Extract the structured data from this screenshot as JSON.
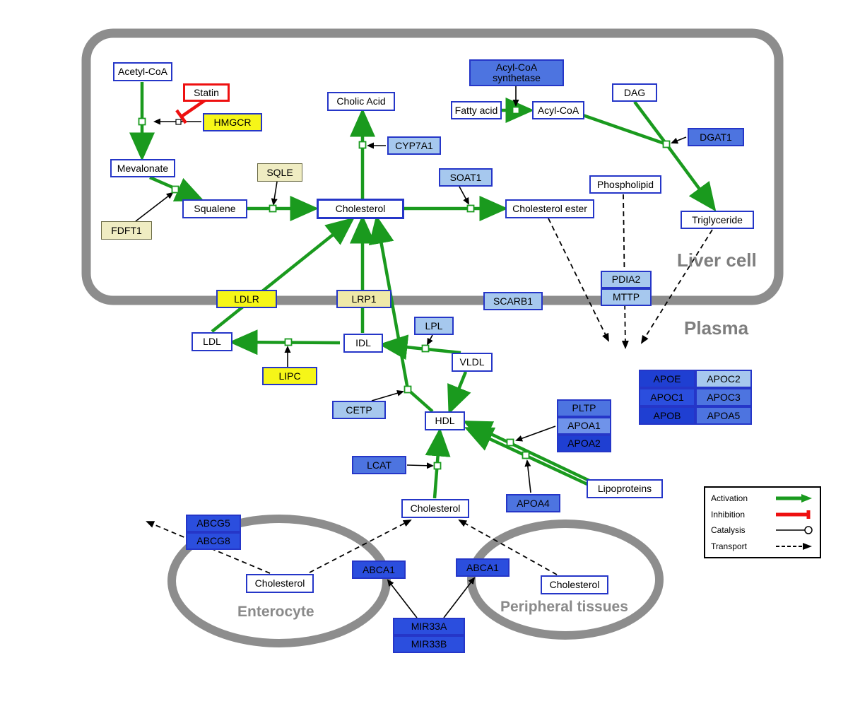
{
  "regions": {
    "liver_cell": "Liver cell",
    "plasma": "Plasma",
    "enterocyte": "Enterocyte",
    "peripheral_tissues": "Peripheral tissues"
  },
  "legend": {
    "activation": "Activation",
    "inhibition": "Inhibition",
    "catalysis": "Catalysis",
    "transport": "Transport"
  },
  "colors": {
    "activation_green": "#1a9a1e",
    "inhibition_red": "#ee1010",
    "metabolite_border_blue": "#2536c8",
    "gene_yellow": "#f6f618",
    "gene_pale_yellow": "#efecc2",
    "gene_light_blue": "#a6c8ee",
    "gene_medium_blue": "#4d74e0",
    "gene_dark_blue": "#2b4ede",
    "membrane_gray": "#8d8d8d"
  },
  "nodes": {
    "acetyl_coa": "Acetyl-CoA",
    "statin": "Statin",
    "hmgcr": "HMGCR",
    "mevalonate": "Mevalonate",
    "fdft1": "FDFT1",
    "squalene": "Squalene",
    "sqle": "SQLE",
    "cholesterol_liver": "Cholesterol",
    "cholic_acid": "Cholic Acid",
    "cyp7a1": "CYP7A1",
    "soat1": "SOAT1",
    "cholesterol_ester": "Cholesterol ester",
    "acyl_coa_synthetase": "Acyl-CoA synthetase",
    "fatty_acid": "Fatty acid",
    "acyl_coa": "Acyl-CoA",
    "dag": "DAG",
    "dgat1": "DGAT1",
    "phospholipid": "Phospholipid",
    "triglyceride": "Triglyceride",
    "pdia2": "PDIA2",
    "mttp": "MTTP",
    "ldlr": "LDLR",
    "lrp1": "LRP1",
    "scarb1": "SCARB1",
    "ldl": "LDL",
    "idl": "IDL",
    "lpl": "LPL",
    "vldl": "VLDL",
    "lipc": "LIPC",
    "cetp": "CETP",
    "hdl": "HDL",
    "pltp": "PLTP",
    "apoa1": "APOA1",
    "apoa2": "APOA2",
    "apoe": "APOE",
    "apoc2": "APOC2",
    "apoc1": "APOC1",
    "apoc3": "APOC3",
    "apob": "APOB",
    "apoa5": "APOA5",
    "lcat": "LCAT",
    "apoa4": "APOA4",
    "lipoproteins": "Lipoproteins",
    "cholesterol_plasma": "Cholesterol",
    "abcg5": "ABCG5",
    "abcg8": "ABCG8",
    "cholesterol_enterocyte": "Cholesterol",
    "abca1_left": "ABCA1",
    "abca1_right": "ABCA1",
    "cholesterol_peripheral": "Cholesterol",
    "mir33a": "MIR33A",
    "mir33b": "MIR33B"
  }
}
